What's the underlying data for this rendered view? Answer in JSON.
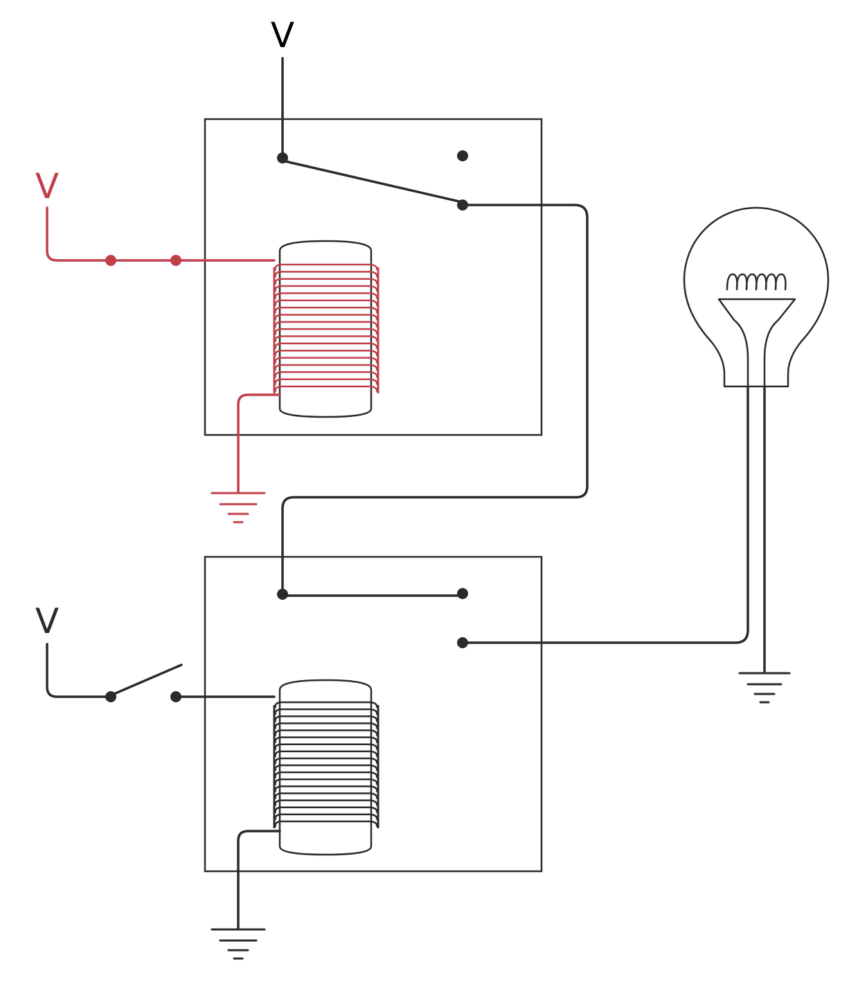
{
  "colors": {
    "wire": "#2b2b2b",
    "active": "#c0404a",
    "background": "#ffffff"
  },
  "labels": {
    "supply_top": "V",
    "supply_upper_left": "V",
    "supply_lower_left": "V"
  },
  "components": {
    "upper_relay": {
      "coil": "energized",
      "contact": "switched-to-lower-terminal"
    },
    "lower_relay": {
      "coil": "de-energized",
      "contact": "resting-on-upper-terminal"
    },
    "upper_input_switch": "closed",
    "lower_input_switch": "open",
    "lamp": "light-bulb-icon",
    "grounds": 3
  }
}
